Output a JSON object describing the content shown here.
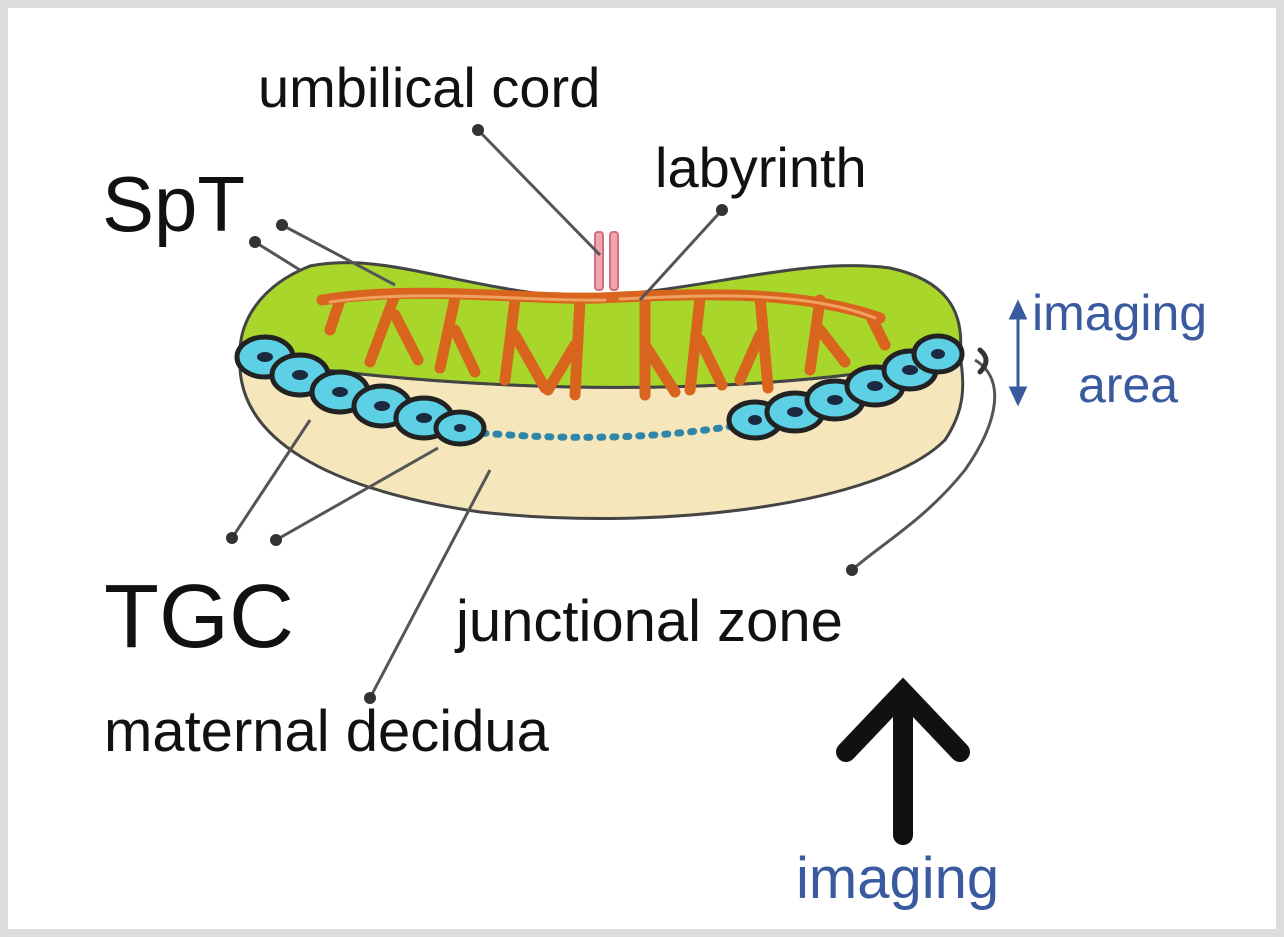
{
  "labels": {
    "umbilical_cord": "umbilical cord",
    "labyrinth": "labyrinth",
    "spt": "SpT",
    "imaging_area_line1": "imaging",
    "imaging_area_line2": "area",
    "tgc": "TGC",
    "junctional_zone": "junctional zone",
    "maternal_decidua": "maternal decidua",
    "imaging": "imaging"
  },
  "colors": {
    "labyrinth_fill": "#a8d62a",
    "decidua_fill": "#f5e6bc",
    "vessel": "#d8641e",
    "tgc_cell": "#5ed0e6",
    "cord": "#f2a5b0",
    "imaging_text": "#3a5aa0",
    "leader_line": "#555555",
    "outline": "#333333"
  }
}
